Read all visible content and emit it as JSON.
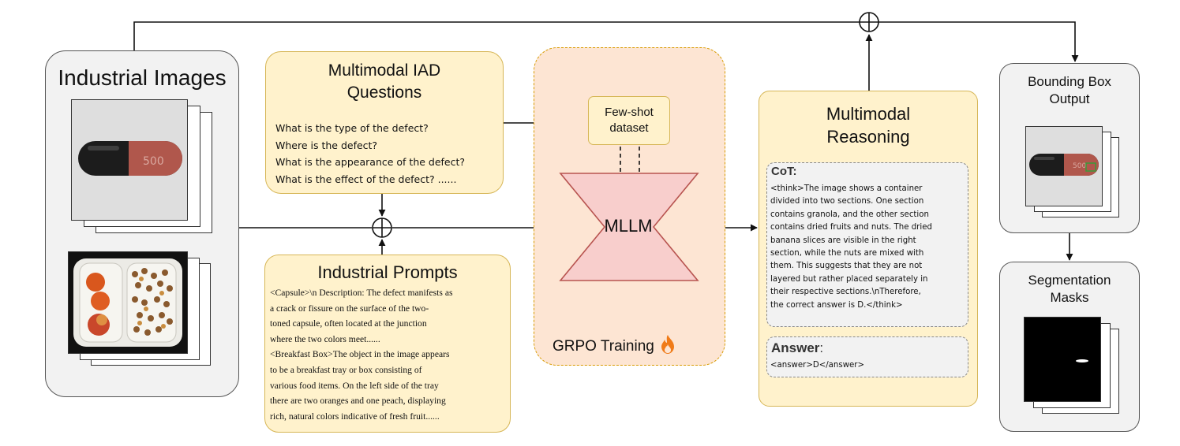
{
  "images_panel": {
    "title": "Industrial Images"
  },
  "questions": {
    "title_line1": "Multimodal IAD",
    "title_line2": "Questions",
    "items": [
      "What is the type of the defect?",
      "Where is the defect?",
      "What is the appearance of the defect?",
      "What is the effect of the defect? ......"
    ]
  },
  "prompts": {
    "title": "Industrial Prompts",
    "lines": [
      "<Capsule>\\n Description: The defect manifests as",
      "a crack or fissure on the surface of the two-",
      "toned capsule, often located at the junction",
      "where the two colors meet......",
      "<Breakfast Box>The object in the image appears",
      "to be a breakfast tray or box consisting of",
      "various food items. On the left side of the tray",
      "there are two oranges and one peach, displaying",
      "rich, natural colors indicative of fresh fruit......"
    ]
  },
  "grpo": {
    "fewshot_line1": "Few-shot",
    "fewshot_line2": "dataset",
    "model": "MLLM",
    "training_label": "GRPO Training"
  },
  "reasoning": {
    "title_line1": "Multimodal",
    "title_line2": "Reasoning",
    "cot_label": "CoT:",
    "cot_lines": [
      "<think>The image shows a container",
      "divided into two sections. One section",
      "contains granola, and the other section",
      "contains dried fruits and nuts. The dried",
      "banana slices are visible in the right",
      "section, while the nuts are mixed with",
      "them. This suggests that they are not",
      "layered but rather placed separately in",
      "their respective sections.\\nTherefore,",
      "the correct answer is D.</think>"
    ],
    "answer_label": "Answer",
    "answer_colon": ":",
    "answer_text": "<answer>D</answer>"
  },
  "outputs": {
    "bbox_title_line1": "Bounding Box",
    "bbox_title_line2": "Output",
    "seg_title_line1": "Segmentation",
    "seg_title_line2": "Masks"
  },
  "capsule_label": "500",
  "colors": {
    "yellow_fill": "#fff2cc",
    "yellow_stroke": "#d6b656",
    "orange_fill": "#fde5d3",
    "orange_stroke": "#d79b00",
    "mllm_fill": "#f8cecc",
    "mllm_stroke": "#b85450",
    "gray_fill": "#f2f2f2",
    "flame": "#f07b18",
    "capsule_dark": "#1c1c1c",
    "capsule_red": "#b0574c"
  },
  "icons": [
    "flame-icon",
    "circle-plus-icon"
  ]
}
